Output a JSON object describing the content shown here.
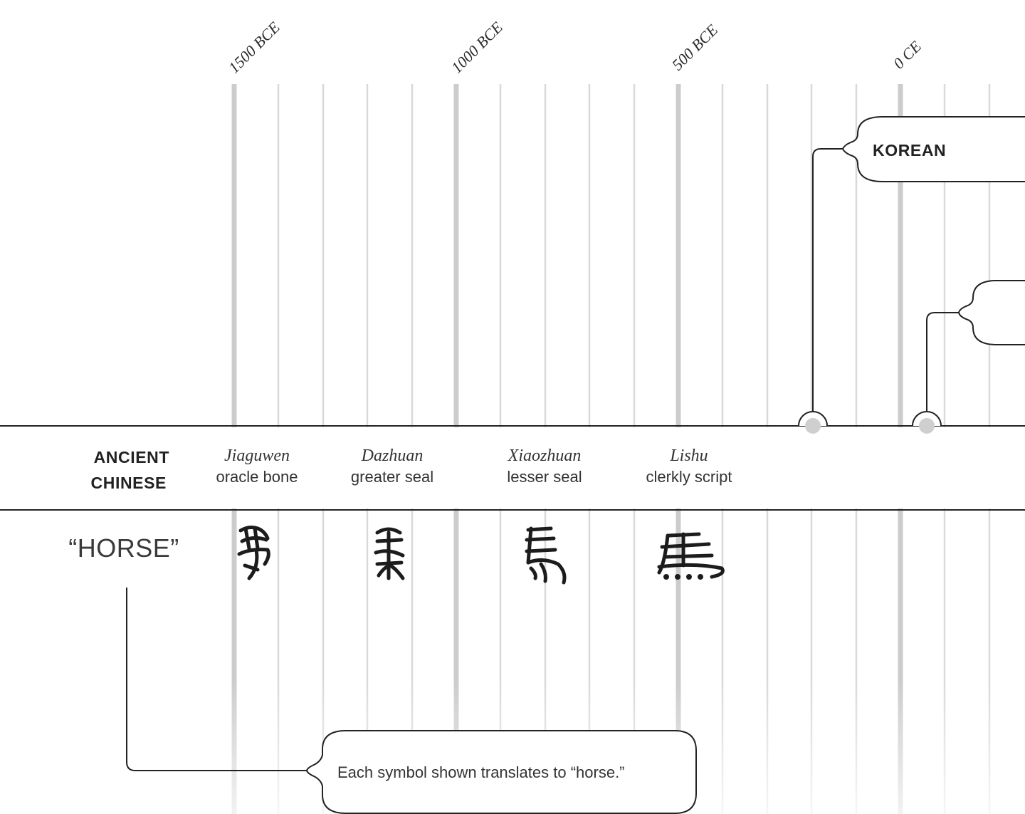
{
  "timeline": {
    "eras": [
      {
        "label": "1500 BCE"
      },
      {
        "label": "1000 BCE"
      },
      {
        "label": "500 BCE"
      },
      {
        "label": "0 CE"
      }
    ],
    "grid_color_major": "#cccccc",
    "grid_color_minor": "#d9d9d9"
  },
  "branches": [
    {
      "label": "KOREAN"
    },
    {
      "label": ""
    }
  ],
  "ancient_chinese": {
    "title_line1": "ANCIENT",
    "title_line2": "CHINESE",
    "scripts": [
      {
        "name": "Jiaguwen",
        "description": "oracle bone",
        "glyph": "𤉢"
      },
      {
        "name": "Dazhuan",
        "description": "greater seal",
        "glyph": "𩡧"
      },
      {
        "name": "Xiaozhuan",
        "description": "lesser seal",
        "glyph": "馬"
      },
      {
        "name": "Lishu",
        "description": "clerkly script",
        "glyph": "馬"
      }
    ]
  },
  "word": {
    "label": "“HORSE”"
  },
  "callout": {
    "text": "Each symbol shown translates to “horse.”"
  },
  "colors": {
    "line": "#222222",
    "node": "#cfcfcf",
    "text": "#222222"
  }
}
